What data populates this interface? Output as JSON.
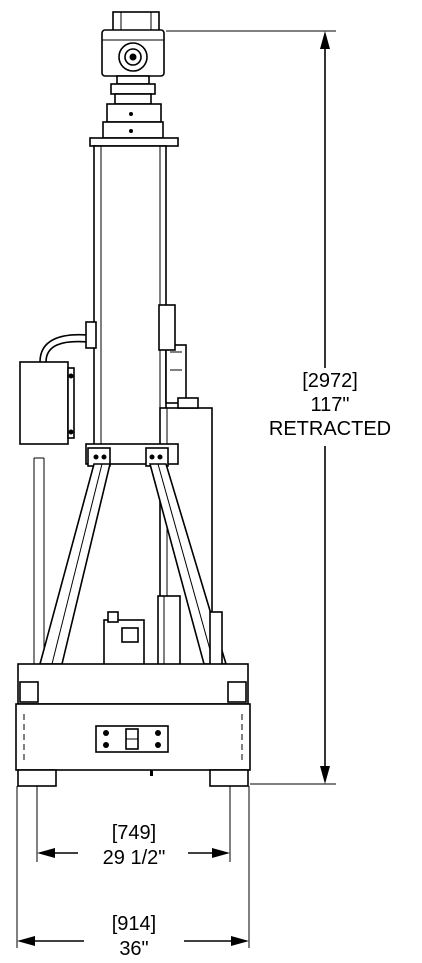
{
  "dimensions": {
    "height": {
      "mm": "[2972]",
      "inch": "117\"",
      "note": "RETRACTED"
    },
    "inner_width": {
      "mm": "[749]",
      "inch": "29 1/2\""
    },
    "outer_width": {
      "mm": "[914]",
      "inch": "36\""
    }
  },
  "colors": {
    "line": "#000000",
    "background": "#ffffff"
  }
}
